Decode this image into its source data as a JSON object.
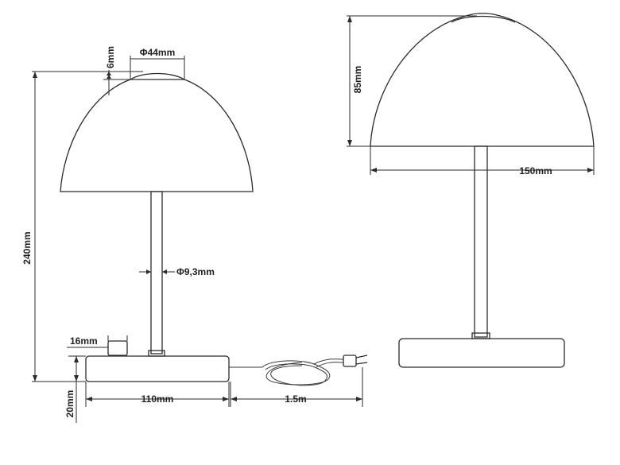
{
  "dimensions": {
    "cap_height": "6mm",
    "cap_diameter": "Φ44mm",
    "total_height": "240mm",
    "stem_diameter": "Φ9,3mm",
    "switch_width": "16mm",
    "base_height": "20mm",
    "base_width": "110mm",
    "cord_length": "1.5m",
    "shade_height": "85mm",
    "shade_width": "150mm"
  }
}
